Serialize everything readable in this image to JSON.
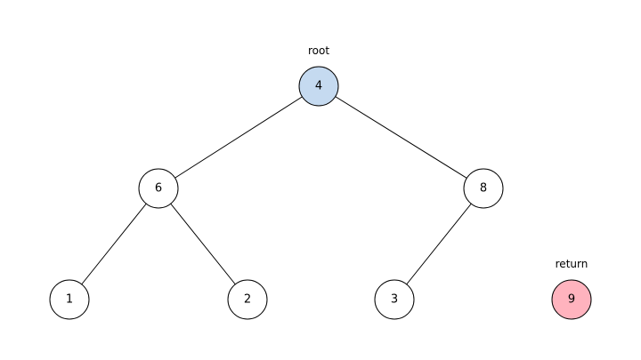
{
  "tree": {
    "nodes": [
      {
        "id": "n4",
        "label": "4",
        "fill": "#c5daf0",
        "caption": "root"
      },
      {
        "id": "n6",
        "label": "6",
        "fill": "#ffffff"
      },
      {
        "id": "n8",
        "label": "8",
        "fill": "#ffffff"
      },
      {
        "id": "n1",
        "label": "1",
        "fill": "#ffffff"
      },
      {
        "id": "n2",
        "label": "2",
        "fill": "#ffffff"
      },
      {
        "id": "n3",
        "label": "3",
        "fill": "#ffffff"
      },
      {
        "id": "n9",
        "label": "9",
        "fill": "#ffb3be",
        "caption": "return"
      }
    ],
    "edges": [
      {
        "from": "n4",
        "to": "n6"
      },
      {
        "from": "n4",
        "to": "n8"
      },
      {
        "from": "n6",
        "to": "n1"
      },
      {
        "from": "n6",
        "to": "n2"
      },
      {
        "from": "n8",
        "to": "n3"
      }
    ]
  }
}
